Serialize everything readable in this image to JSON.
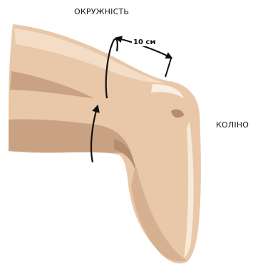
{
  "labels": {
    "circumference": "ОКРУЖНІСТЬ",
    "distance": "10 см",
    "knee": "КОЛІНО"
  },
  "colors": {
    "skin_base": "#e8c8a8",
    "skin_light": "#f3ddc6",
    "skin_shadow": "#c9a284",
    "skin_deep_shadow": "#b48c6e",
    "highlight": "#fbeee0",
    "ink": "#111111"
  },
  "icons": [
    "circular-arrow-icon",
    "dimension-arrow-icon"
  ]
}
